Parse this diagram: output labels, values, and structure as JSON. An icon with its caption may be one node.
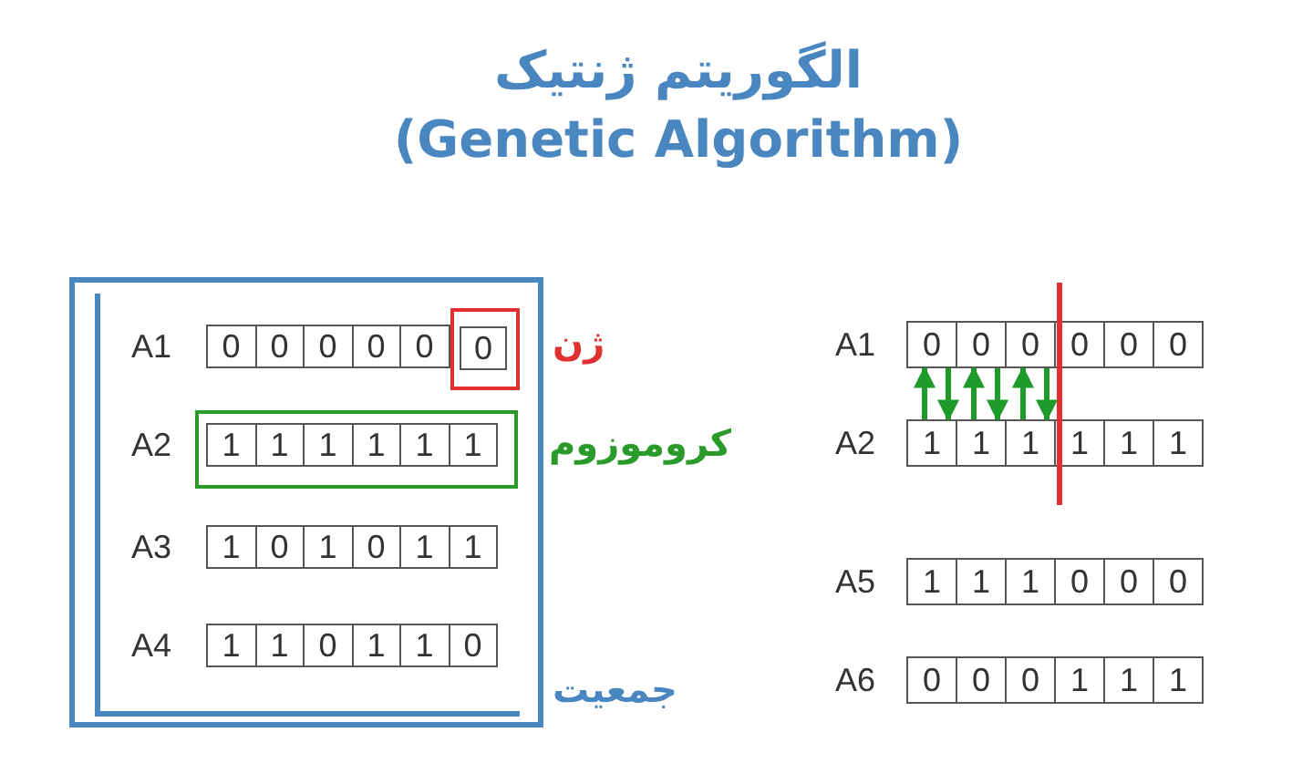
{
  "diagram": {
    "title": "الگوریتم ژنتیک (Genetic Algorithm)",
    "nodes": [
      {
        "text": [
          "جمعیت"
        ]
      },
      {
        "text": [
          "A1"
        ],
        "in": 0
      },
      {
        "text": [
          "0"
        ],
        "in": 1
      },
      {
        "text": [
          "0"
        ],
        "in": 1
      },
      {
        "text": [
          "0"
        ],
        "in": 1
      },
      {
        "text": [
          "0"
        ],
        "in": 1
      },
      {
        "text": [
          "0"
        ],
        "in": 1
      },
      {
        "text": [
          "0"
        ],
        "in": 8
      },
      {
        "text": [
          "ژن"
        ],
        "in": 0
      },
      {
        "text": [
          "کروموزوم"
        ],
        "in": 0
      },
      {
        "text": [
          "A2"
        ],
        "in": 0
      },
      {
        "text": [
          "1"
        ],
        "in": 10
      },
      {
        "text": [
          "1"
        ],
        "in": 10
      },
      {
        "text": [
          "1"
        ],
        "in": 10
      },
      {
        "text": [
          "1"
        ],
        "in": 10
      },
      {
        "text": [
          "1"
        ],
        "in": 10
      },
      {
        "text": [
          "1"
        ],
        "in": 10
      },
      {
        "text": [
          "A3"
        ],
        "in": 0
      },
      {
        "text": [
          "1"
        ],
        "in": 17
      },
      {
        "text": [
          "0"
        ],
        "in": 17
      },
      {
        "text": [
          "1"
        ],
        "in": 17
      },
      {
        "text": [
          "0"
        ],
        "in": 17
      },
      {
        "text": [
          "1"
        ],
        "in": 17
      },
      {
        "text": [
          "1"
        ],
        "in": 17
      },
      {
        "text": [
          "A4"
        ],
        "in": 0
      },
      {
        "text": [
          "1"
        ],
        "in": 24
      },
      {
        "text": [
          "1"
        ],
        "in": 24
      },
      {
        "text": [
          "0"
        ],
        "in": 24
      },
      {
        "text": [
          "1"
        ],
        "in": 24
      },
      {
        "text": [
          "1"
        ],
        "in": 24
      },
      {
        "text": [
          "0"
        ],
        "in": 24
      },
      {
        "text": [
          "A1"
        ]
      },
      {
        "text": [
          "0"
        ],
        "in": 31
      },
      {
        "text": [
          "0"
        ],
        "in": 31
      },
      {
        "text": [
          "0"
        ],
        "in": 31
      },
      {
        "text": [
          "0"
        ],
        "in": 31
      },
      {
        "text": [
          "0"
        ],
        "in": 31
      },
      {
        "text": [
          "0"
        ],
        "in": 31
      },
      {
        "text": [
          "A2"
        ]
      },
      {
        "text": [
          "1"
        ],
        "in": 38
      },
      {
        "text": [
          "1"
        ],
        "in": 38
      },
      {
        "text": [
          "1"
        ],
        "in": 38
      },
      {
        "text": [
          "1"
        ],
        "in": 38
      },
      {
        "text": [
          "1"
        ],
        "in": 38
      },
      {
        "text": [
          "1"
        ],
        "in": 38
      },
      {
        "text": [
          "A5"
        ]
      },
      {
        "text": [
          "1"
        ],
        "in": 45
      },
      {
        "text": [
          "1"
        ],
        "in": 45
      },
      {
        "text": [
          "1"
        ],
        "in": 45
      },
      {
        "text": [
          "0"
        ],
        "in": 45
      },
      {
        "text": [
          "0"
        ],
        "in": 45
      },
      {
        "text": [
          "0"
        ],
        "in": 45
      },
      {
        "text": [
          "A6"
        ]
      },
      {
        "text": [
          "0"
        ],
        "in": 52
      },
      {
        "text": [
          "0"
        ],
        "in": 52
      },
      {
        "text": [
          "0"
        ],
        "in": 52
      },
      {
        "text": [
          "1"
        ],
        "in": 52
      },
      {
        "text": [
          "1"
        ],
        "in": 52
      },
      {
        "text": [
          "1"
        ],
        "in": 52
      }
    ],
    "edges": [
      {
        "from": 39,
        "to": 32,
        "arrow": "to"
      },
      {
        "from": 32,
        "to": 39,
        "arrow": "to"
      },
      {
        "from": 40,
        "to": 33,
        "arrow": "to"
      },
      {
        "from": 33,
        "to": 40,
        "arrow": "to"
      },
      {
        "from": 41,
        "to": 34,
        "arrow": "to"
      },
      {
        "from": 34,
        "to": 41,
        "arrow": "to"
      }
    ]
  }
}
